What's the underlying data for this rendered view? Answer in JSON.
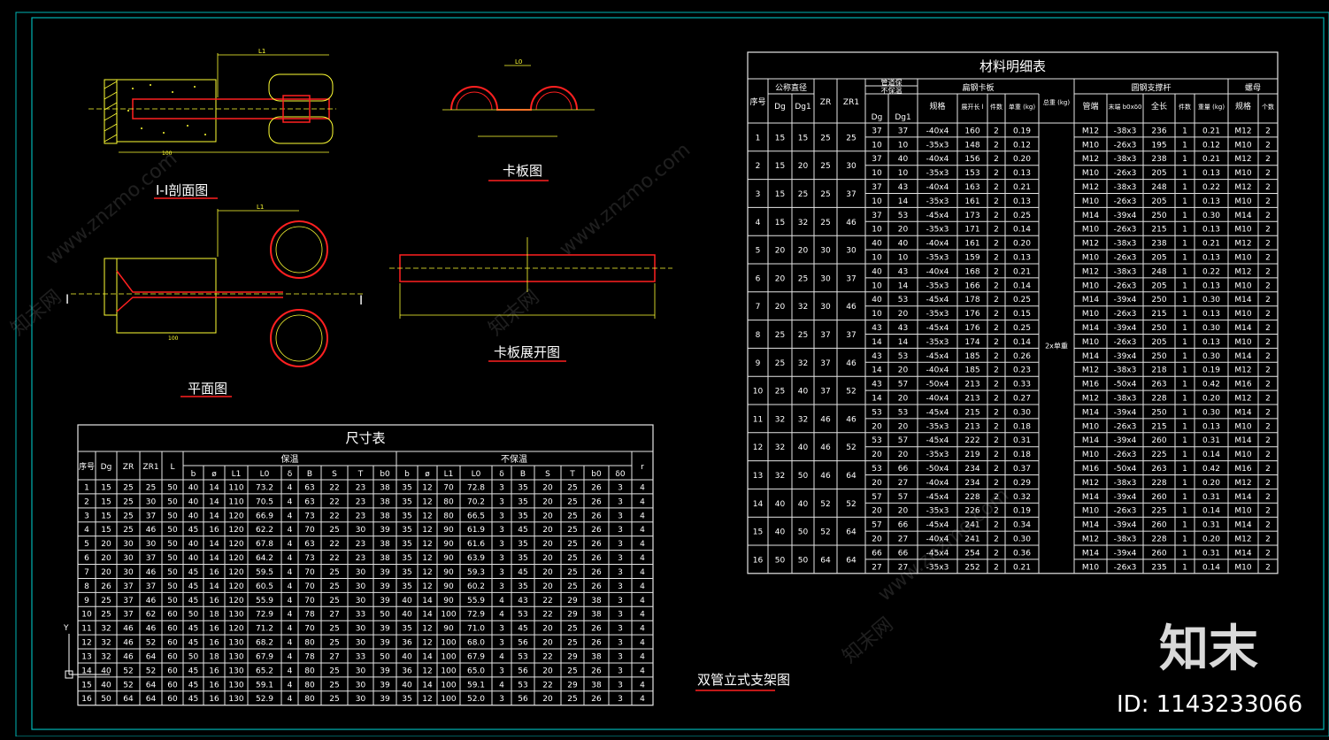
{
  "titles": {
    "section_1": "I-I剖面图",
    "clamp": "卡板图",
    "plan": "平面图",
    "clamp_unfold": "卡板展开图",
    "drawing_name": "双管立式支架图"
  },
  "section_marks": {
    "left": "I",
    "right": "I"
  },
  "watermark": {
    "logo": "知末",
    "id": "ID: 1143233066",
    "site": "www.znzmo.com",
    "brand": "知末网"
  },
  "colors": {
    "frame": "#00b3b3",
    "line_red": "#ff2020",
    "line_yellow": "#ffff33",
    "text_cyan": "#00ffff",
    "grid": "#ffffff",
    "accent_magenta": "#ff40ff"
  },
  "dim_table": {
    "title": "尺寸表",
    "group_heads": [
      "保温",
      "不保温"
    ],
    "heads_a": [
      "序号",
      "Dg",
      "ZR",
      "ZR1",
      "L"
    ],
    "heads_b": [
      "b",
      "ø",
      "L1",
      "L0",
      "δ",
      "B",
      "S",
      "T",
      "b0"
    ],
    "heads_c": [
      "b",
      "ø",
      "L1",
      "L0",
      "δ",
      "B",
      "S",
      "T",
      "b0",
      "δ0"
    ],
    "head_r": "r",
    "rows": [
      [
        "1",
        "15",
        "25",
        "25",
        "50",
        "40",
        "14",
        "110",
        "73.2",
        "4",
        "63",
        "22",
        "23",
        "38",
        "35",
        "12",
        "70",
        "72.8",
        "3",
        "35",
        "20",
        "25",
        "26",
        "3",
        "4"
      ],
      [
        "2",
        "15",
        "25",
        "30",
        "50",
        "40",
        "14",
        "110",
        "70.5",
        "4",
        "63",
        "22",
        "23",
        "38",
        "35",
        "12",
        "80",
        "70.2",
        "3",
        "35",
        "20",
        "25",
        "26",
        "3",
        "4"
      ],
      [
        "3",
        "15",
        "25",
        "37",
        "50",
        "40",
        "14",
        "120",
        "66.9",
        "4",
        "73",
        "22",
        "23",
        "38",
        "35",
        "12",
        "80",
        "66.5",
        "3",
        "35",
        "20",
        "25",
        "26",
        "3",
        "4"
      ],
      [
        "4",
        "15",
        "25",
        "46",
        "50",
        "45",
        "16",
        "120",
        "62.2",
        "4",
        "70",
        "25",
        "30",
        "39",
        "35",
        "12",
        "90",
        "61.9",
        "3",
        "45",
        "20",
        "25",
        "26",
        "3",
        "4"
      ],
      [
        "5",
        "20",
        "30",
        "30",
        "50",
        "40",
        "14",
        "120",
        "67.8",
        "4",
        "63",
        "22",
        "23",
        "38",
        "35",
        "12",
        "90",
        "61.6",
        "3",
        "35",
        "20",
        "25",
        "26",
        "3",
        "4"
      ],
      [
        "6",
        "20",
        "30",
        "37",
        "50",
        "40",
        "14",
        "120",
        "64.2",
        "4",
        "73",
        "22",
        "23",
        "38",
        "35",
        "12",
        "90",
        "63.9",
        "3",
        "35",
        "20",
        "25",
        "26",
        "3",
        "4"
      ],
      [
        "7",
        "20",
        "30",
        "46",
        "50",
        "45",
        "16",
        "120",
        "59.5",
        "4",
        "70",
        "25",
        "30",
        "39",
        "35",
        "12",
        "90",
        "59.3",
        "3",
        "45",
        "20",
        "25",
        "26",
        "3",
        "4"
      ],
      [
        "8",
        "26",
        "37",
        "37",
        "50",
        "45",
        "14",
        "120",
        "60.5",
        "4",
        "70",
        "25",
        "30",
        "39",
        "35",
        "12",
        "90",
        "60.2",
        "3",
        "35",
        "20",
        "25",
        "26",
        "3",
        "4"
      ],
      [
        "9",
        "25",
        "37",
        "46",
        "50",
        "45",
        "16",
        "120",
        "55.9",
        "4",
        "70",
        "25",
        "30",
        "39",
        "40",
        "14",
        "90",
        "55.9",
        "4",
        "43",
        "22",
        "29",
        "38",
        "3",
        "4"
      ],
      [
        "10",
        "25",
        "37",
        "62",
        "60",
        "50",
        "18",
        "130",
        "72.9",
        "4",
        "78",
        "27",
        "33",
        "50",
        "40",
        "14",
        "100",
        "72.9",
        "4",
        "53",
        "22",
        "29",
        "38",
        "3",
        "4"
      ],
      [
        "11",
        "32",
        "46",
        "46",
        "60",
        "45",
        "16",
        "120",
        "71.2",
        "4",
        "70",
        "25",
        "30",
        "39",
        "35",
        "12",
        "90",
        "71.0",
        "3",
        "45",
        "20",
        "25",
        "26",
        "3",
        "4"
      ],
      [
        "12",
        "32",
        "46",
        "52",
        "60",
        "45",
        "16",
        "130",
        "68.2",
        "4",
        "80",
        "25",
        "30",
        "39",
        "36",
        "12",
        "100",
        "68.0",
        "3",
        "56",
        "20",
        "25",
        "26",
        "3",
        "4"
      ],
      [
        "13",
        "32",
        "46",
        "64",
        "60",
        "50",
        "18",
        "130",
        "67.9",
        "4",
        "78",
        "27",
        "33",
        "50",
        "40",
        "14",
        "100",
        "67.9",
        "4",
        "53",
        "22",
        "29",
        "38",
        "3",
        "4"
      ],
      [
        "14",
        "40",
        "52",
        "52",
        "60",
        "45",
        "16",
        "130",
        "65.2",
        "4",
        "80",
        "25",
        "30",
        "39",
        "36",
        "12",
        "100",
        "65.0",
        "3",
        "56",
        "20",
        "25",
        "26",
        "3",
        "4"
      ],
      [
        "15",
        "40",
        "52",
        "64",
        "60",
        "45",
        "16",
        "130",
        "59.1",
        "4",
        "80",
        "25",
        "30",
        "39",
        "40",
        "14",
        "100",
        "59.1",
        "4",
        "53",
        "22",
        "29",
        "38",
        "3",
        "4"
      ],
      [
        "16",
        "50",
        "64",
        "64",
        "60",
        "45",
        "16",
        "130",
        "52.9",
        "4",
        "80",
        "25",
        "30",
        "39",
        "35",
        "12",
        "100",
        "52.0",
        "3",
        "56",
        "20",
        "25",
        "26",
        "3",
        "4"
      ]
    ]
  },
  "mat_table": {
    "title": "材料明细表",
    "heads": {
      "seq": "序号",
      "nominal": "公称直径",
      "dg": "Dg",
      "dg1": "Dg1",
      "zr": "ZR",
      "zr1": "ZR1",
      "pipe_top": "管道保",
      "pipe_mid": "不保温",
      "p_dg": "Dg",
      "p_dg1": "Dg1",
      "flat": "扁钢卡板",
      "spec": "规格",
      "len": "展开长 l",
      "qty": "件数",
      "unit_w": "单重 (kg)",
      "total": "总重 (kg)",
      "rod": "圆钢支撑杆",
      "thread": "管端",
      "end": "末端 b0xδ0",
      "full": "全长",
      "qty2": "件数",
      "w2": "重量 (kg)",
      "nut": "螺母",
      "nut_spec": "规格",
      "nut_qty": "个数"
    },
    "total_note": "2x单重",
    "groups": [
      {
        "seq": "1",
        "dg": "15",
        "dg1": "15",
        "zr": "25",
        "zr1": "25"
      },
      {
        "seq": "2",
        "dg": "15",
        "dg1": "20",
        "zr": "25",
        "zr1": "30"
      },
      {
        "seq": "3",
        "dg": "15",
        "dg1": "25",
        "zr": "25",
        "zr1": "37"
      },
      {
        "seq": "4",
        "dg": "15",
        "dg1": "32",
        "zr": "25",
        "zr1": "46"
      },
      {
        "seq": "5",
        "dg": "20",
        "dg1": "20",
        "zr": "30",
        "zr1": "30"
      },
      {
        "seq": "6",
        "dg": "20",
        "dg1": "25",
        "zr": "30",
        "zr1": "37"
      },
      {
        "seq": "7",
        "dg": "20",
        "dg1": "32",
        "zr": "30",
        "zr1": "46"
      },
      {
        "seq": "8",
        "dg": "25",
        "dg1": "25",
        "zr": "37",
        "zr1": "37"
      },
      {
        "seq": "9",
        "dg": "25",
        "dg1": "32",
        "zr": "37",
        "zr1": "46"
      },
      {
        "seq": "10",
        "dg": "25",
        "dg1": "40",
        "zr": "37",
        "zr1": "52"
      },
      {
        "seq": "11",
        "dg": "32",
        "dg1": "32",
        "zr": "46",
        "zr1": "46"
      },
      {
        "seq": "12",
        "dg": "32",
        "dg1": "40",
        "zr": "46",
        "zr1": "52"
      },
      {
        "seq": "13",
        "dg": "32",
        "dg1": "50",
        "zr": "46",
        "zr1": "64"
      },
      {
        "seq": "14",
        "dg": "40",
        "dg1": "40",
        "zr": "52",
        "zr1": "52"
      },
      {
        "seq": "15",
        "dg": "40",
        "dg1": "50",
        "zr": "52",
        "zr1": "64"
      },
      {
        "seq": "16",
        "dg": "50",
        "dg1": "50",
        "zr": "64",
        "zr1": "64"
      }
    ],
    "rows": [
      [
        "37",
        "37",
        "-40x4",
        "160",
        "2",
        "0.19",
        "M12",
        "-38x3",
        "236",
        "1",
        "0.21",
        "M12",
        "2"
      ],
      [
        "10",
        "10",
        "-35x3",
        "148",
        "2",
        "0.12",
        "M10",
        "-26x3",
        "195",
        "1",
        "0.12",
        "M10",
        "2"
      ],
      [
        "37",
        "40",
        "-40x4",
        "156",
        "2",
        "0.20",
        "M12",
        "-38x3",
        "238",
        "1",
        "0.21",
        "M12",
        "2"
      ],
      [
        "10",
        "10",
        "-35x3",
        "153",
        "2",
        "0.13",
        "M10",
        "-26x3",
        "205",
        "1",
        "0.13",
        "M10",
        "2"
      ],
      [
        "37",
        "43",
        "-40x4",
        "163",
        "2",
        "0.21",
        "M12",
        "-38x3",
        "248",
        "1",
        "0.22",
        "M12",
        "2"
      ],
      [
        "10",
        "14",
        "-35x3",
        "161",
        "2",
        "0.13",
        "M10",
        "-26x3",
        "205",
        "1",
        "0.13",
        "M10",
        "2"
      ],
      [
        "37",
        "53",
        "-45x4",
        "173",
        "2",
        "0.25",
        "M14",
        "-39x4",
        "250",
        "1",
        "0.30",
        "M14",
        "2"
      ],
      [
        "10",
        "20",
        "-35x3",
        "171",
        "2",
        "0.14",
        "M10",
        "-26x3",
        "215",
        "1",
        "0.13",
        "M10",
        "2"
      ],
      [
        "40",
        "40",
        "-40x4",
        "161",
        "2",
        "0.20",
        "M12",
        "-38x3",
        "238",
        "1",
        "0.21",
        "M12",
        "2"
      ],
      [
        "10",
        "10",
        "-35x3",
        "159",
        "2",
        "0.13",
        "M10",
        "-26x3",
        "205",
        "1",
        "0.13",
        "M10",
        "2"
      ],
      [
        "40",
        "43",
        "-40x4",
        "168",
        "2",
        "0.21",
        "M12",
        "-38x3",
        "248",
        "1",
        "0.22",
        "M12",
        "2"
      ],
      [
        "10",
        "14",
        "-35x3",
        "166",
        "2",
        "0.14",
        "M10",
        "-26x3",
        "205",
        "1",
        "0.13",
        "M10",
        "2"
      ],
      [
        "40",
        "53",
        "-45x4",
        "178",
        "2",
        "0.25",
        "M14",
        "-39x4",
        "250",
        "1",
        "0.30",
        "M14",
        "2"
      ],
      [
        "10",
        "20",
        "-35x3",
        "176",
        "2",
        "0.15",
        "M10",
        "-26x3",
        "215",
        "1",
        "0.13",
        "M10",
        "2"
      ],
      [
        "43",
        "43",
        "-45x4",
        "176",
        "2",
        "0.25",
        "M14",
        "-39x4",
        "250",
        "1",
        "0.30",
        "M14",
        "2"
      ],
      [
        "14",
        "14",
        "-35x3",
        "174",
        "2",
        "0.14",
        "M10",
        "-26x3",
        "205",
        "1",
        "0.13",
        "M10",
        "2"
      ],
      [
        "43",
        "53",
        "-45x4",
        "185",
        "2",
        "0.26",
        "M14",
        "-39x4",
        "250",
        "1",
        "0.30",
        "M14",
        "2"
      ],
      [
        "14",
        "20",
        "-40x4",
        "185",
        "2",
        "0.23",
        "M12",
        "-38x3",
        "218",
        "1",
        "0.19",
        "M12",
        "2"
      ],
      [
        "43",
        "57",
        "-50x4",
        "213",
        "2",
        "0.33",
        "M16",
        "-50x4",
        "263",
        "1",
        "0.42",
        "M16",
        "2"
      ],
      [
        "14",
        "20",
        "-40x4",
        "213",
        "2",
        "0.27",
        "M12",
        "-38x3",
        "228",
        "1",
        "0.20",
        "M12",
        "2"
      ],
      [
        "53",
        "53",
        "-45x4",
        "215",
        "2",
        "0.30",
        "M14",
        "-39x4",
        "250",
        "1",
        "0.30",
        "M14",
        "2"
      ],
      [
        "20",
        "20",
        "-35x3",
        "213",
        "2",
        "0.18",
        "M10",
        "-26x3",
        "215",
        "1",
        "0.13",
        "M10",
        "2"
      ],
      [
        "53",
        "57",
        "-45x4",
        "222",
        "2",
        "0.31",
        "M14",
        "-39x4",
        "260",
        "1",
        "0.31",
        "M14",
        "2"
      ],
      [
        "20",
        "20",
        "-35x3",
        "219",
        "2",
        "0.18",
        "M10",
        "-26x3",
        "225",
        "1",
        "0.14",
        "M10",
        "2"
      ],
      [
        "53",
        "66",
        "-50x4",
        "234",
        "2",
        "0.37",
        "M16",
        "-50x4",
        "263",
        "1",
        "0.42",
        "M16",
        "2"
      ],
      [
        "20",
        "27",
        "-40x4",
        "234",
        "2",
        "0.29",
        "M12",
        "-38x3",
        "228",
        "1",
        "0.20",
        "M12",
        "2"
      ],
      [
        "57",
        "57",
        "-45x4",
        "228",
        "2",
        "0.32",
        "M14",
        "-39x4",
        "260",
        "1",
        "0.31",
        "M14",
        "2"
      ],
      [
        "20",
        "20",
        "-35x3",
        "226",
        "2",
        "0.19",
        "M10",
        "-26x3",
        "225",
        "1",
        "0.14",
        "M10",
        "2"
      ],
      [
        "57",
        "66",
        "-45x4",
        "241",
        "2",
        "0.34",
        "M14",
        "-39x4",
        "260",
        "1",
        "0.31",
        "M14",
        "2"
      ],
      [
        "20",
        "27",
        "-40x4",
        "241",
        "2",
        "0.30",
        "M12",
        "-38x3",
        "228",
        "1",
        "0.20",
        "M12",
        "2"
      ],
      [
        "66",
        "66",
        "-45x4",
        "254",
        "2",
        "0.36",
        "M14",
        "-39x4",
        "260",
        "1",
        "0.31",
        "M14",
        "2"
      ],
      [
        "27",
        "27",
        "-35x3",
        "252",
        "2",
        "0.21",
        "M10",
        "-26x3",
        "235",
        "1",
        "0.14",
        "M10",
        "2"
      ]
    ]
  }
}
